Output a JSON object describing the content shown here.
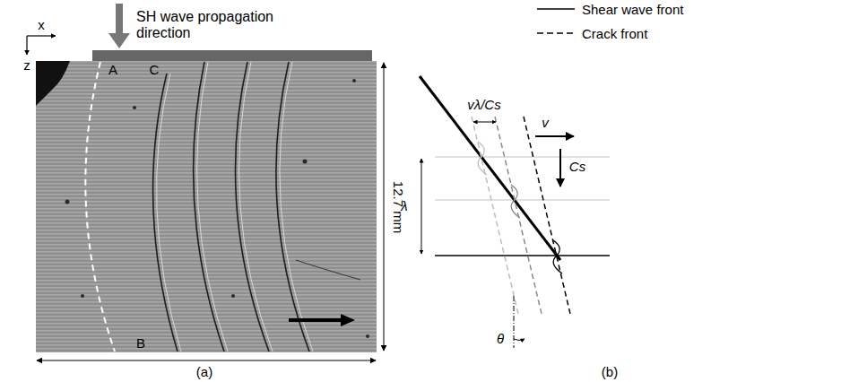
{
  "diagram": {
    "labels": [
      "SH wave propagation direction",
      "x",
      "z",
      "A",
      "C",
      "B",
      "12.7 mm",
      "(a)",
      "vλ/Cs",
      "v",
      "Cs",
      "λ",
      "θ",
      "(b)"
    ],
    "legend": [
      {
        "text": "Shear wave front"
      },
      {
        "text": "Crack front"
      }
    ]
  }
}
